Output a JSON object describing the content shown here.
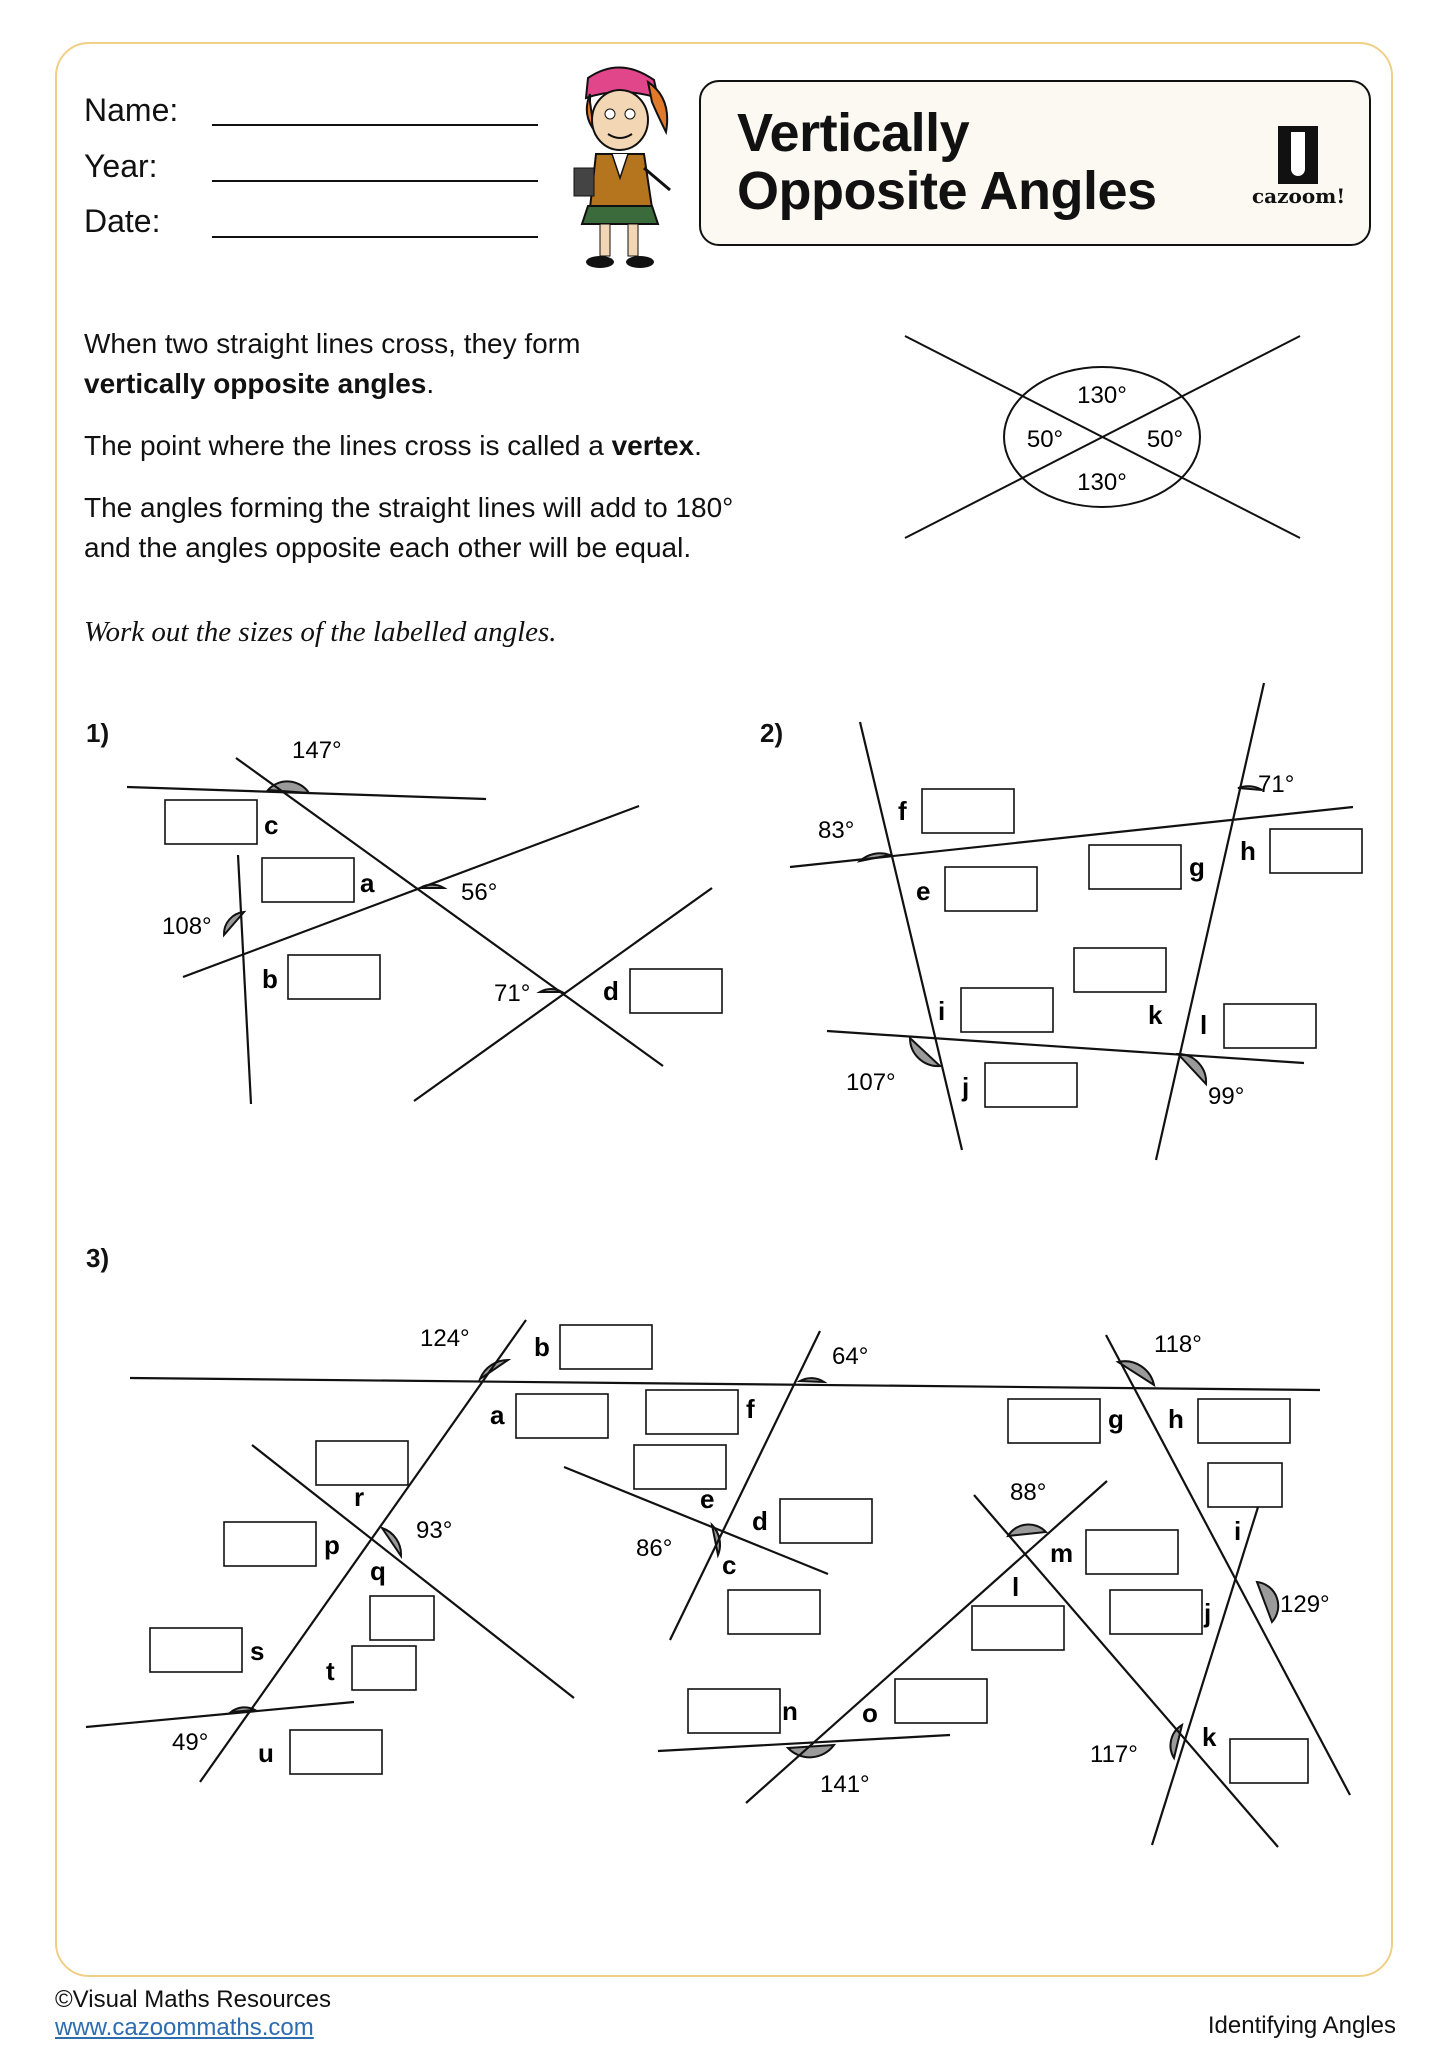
{
  "header": {
    "name_label": "Name:",
    "year_label": "Year:",
    "date_label": "Date:",
    "title_line1": "Vertically",
    "title_line2": "Opposite Angles",
    "brand": "cazoom!",
    "mascot": "cartoon-girl-icon"
  },
  "intro": {
    "p1_pre": "When two straight lines cross, they form",
    "p1_bold": "vertically opposite angles",
    "p1_post": ".",
    "p2_pre": "The point where the lines cross is called a ",
    "p2_bold": "vertex",
    "p2_post": ".",
    "p3_line1": "The angles forming the straight lines will add to 180°",
    "p3_line2": "and the angles opposite each other will be equal."
  },
  "example": {
    "top": "130°",
    "bottom": "130°",
    "left": "50°",
    "right": "50°"
  },
  "instruction": "Work out the sizes of the labelled angles.",
  "q1": {
    "number": "1)",
    "given": [
      "147°",
      "56°",
      "108°",
      "71°"
    ],
    "labels": [
      "c",
      "a",
      "b",
      "d"
    ]
  },
  "q2": {
    "number": "2)",
    "given": [
      "83°",
      "71°",
      "107°",
      "99°"
    ],
    "labels": [
      "f",
      "e",
      "g",
      "h",
      "i",
      "j",
      "k",
      "l"
    ]
  },
  "q3": {
    "number": "3)",
    "given": [
      "124°",
      "64°",
      "118°",
      "93°",
      "86°",
      "88°",
      "129°",
      "49°",
      "141°",
      "117°"
    ],
    "labels": [
      "b",
      "a",
      "f",
      "g",
      "h",
      "r",
      "e",
      "d",
      "c",
      "p",
      "q",
      "m",
      "l",
      "i",
      "j",
      "s",
      "t",
      "u",
      "n",
      "o",
      "k"
    ]
  },
  "footer": {
    "copyright": "©Visual Maths Resources",
    "website": "www.cazoommaths.com",
    "topic": "Identifying Angles"
  }
}
